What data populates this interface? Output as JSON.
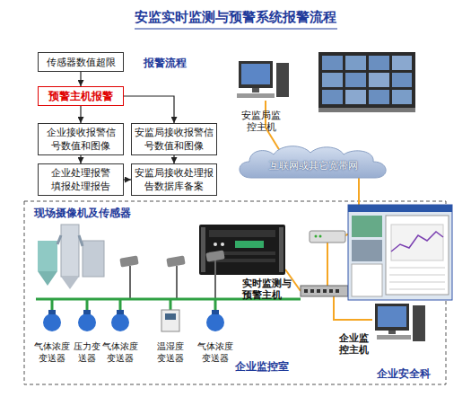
{
  "diagram": {
    "title": "安监实时监测与预警系统报警流程",
    "nodes": [
      {
        "text": [
          "传感器数值超限"
        ]
      },
      {
        "text": [
          "预警主机报警"
        ]
      },
      {
        "text": [
          "企业接收报警信 号数值和图像"
        ]
      },
      {
        "text": [
          "安监局接收报警信 号数值和图像"
        ]
      },
      {
        "text": [
          "企业处理报警 填报处理报告"
        ]
      },
      {
        "text": [
          "安监局接收处理报 告数据库备案"
        ]
      },
      {
        "text": [
          "互联网或其它宽带网"
        ]
      }
    ],
    "edges": [
      {
        "from": 0,
        "to": 1,
        "arrow": "to"
      },
      {
        "from": 1,
        "to": 2,
        "arrow": "to"
      },
      {
        "from": 1,
        "to": 3,
        "arrow": "to"
      },
      {
        "from": 2,
        "to": 4,
        "arrow": "to"
      },
      {
        "from": 3,
        "to": 5,
        "arrow": "to"
      },
      {
        "from": 4,
        "to": 5,
        "arrow": "to"
      }
    ],
    "labels": [
      "报警流程",
      "安监局监 控主机",
      "现场摄像机及传感器",
      "实时监测与 预警主机",
      "气体浓度 变送器",
      "压力变 送器",
      "气体浓度 变送器",
      "温湿度 变送器",
      "气体浓度 变送器",
      "企业监 控主机",
      "企业监控室",
      "企业安全科"
    ]
  }
}
